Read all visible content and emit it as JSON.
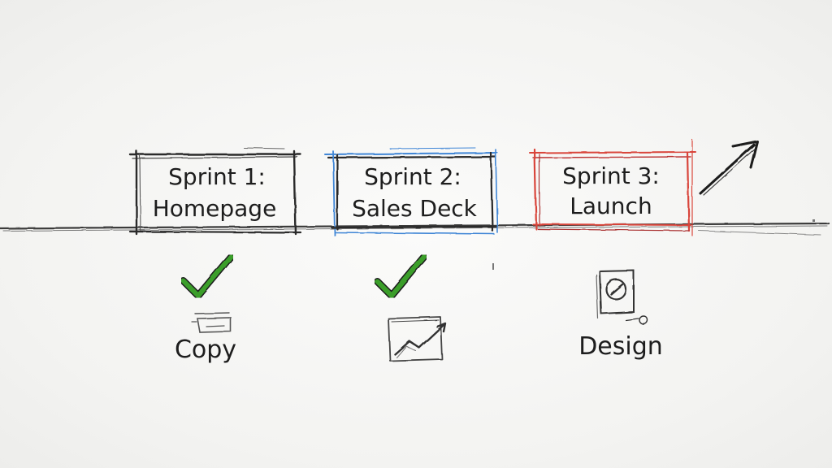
{
  "sprints": [
    {
      "line1": "Sprint 1:",
      "line2": "Homepage",
      "border_color": "#2b2b2b",
      "status": "check-icon",
      "deliverable": "Copy",
      "deliverable_icon": "document-icon"
    },
    {
      "line1": "Sprint 2:",
      "line2": "Sales Deck",
      "border_color": "#3f86d6",
      "status": "check-icon",
      "deliverable": "",
      "deliverable_icon": "chart-icon"
    },
    {
      "line1": "Sprint 3:",
      "line2": "Launch",
      "border_color": "#d9443a",
      "status": "",
      "deliverable": "Design",
      "deliverable_icon": "design-icon"
    }
  ],
  "colors": {
    "check": "#3a9e2c",
    "ink": "#1d1d1d",
    "pencil": "#555555"
  },
  "arrow_icon": "arrow-up-right-icon"
}
